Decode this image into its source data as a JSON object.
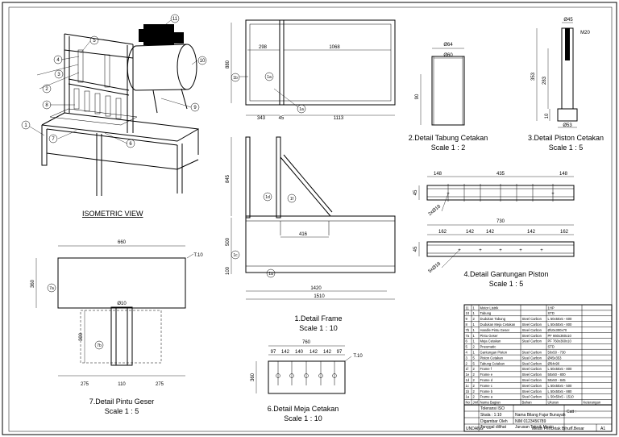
{
  "views": {
    "isometric": {
      "label": "ISOMETRIC VIEW",
      "balloons": [
        "1",
        "2",
        "3",
        "4",
        "5",
        "6",
        "7",
        "8",
        "9",
        "10",
        "11"
      ]
    },
    "frame": {
      "title": "1.Detail Frame",
      "scale": "Scale 1 : 10",
      "top_dims": [
        "298",
        "1068",
        "343",
        "45",
        "1113",
        "880"
      ],
      "side_dims": [
        "845",
        "500",
        "100",
        "416",
        "1420",
        "1510"
      ],
      "balloons": [
        "1a",
        "1b",
        "1c",
        "1d",
        "1e",
        "1f"
      ]
    },
    "tabung": {
      "title": "2.Detail Tabung Cetakan",
      "scale": "Scale 1 : 2",
      "dims": [
        "Ø64",
        "Ø60",
        "90"
      ]
    },
    "piston": {
      "title": "3.Detail Piston Cetakan",
      "scale": "Scale 1 : 5",
      "dims": [
        "Ø45",
        "M20",
        "353",
        "283",
        "10",
        "Ø53"
      ]
    },
    "gantungan": {
      "title": "4.Detail Gantungan Piston",
      "scale": "Scale 1 : 5",
      "top_dims": [
        "148",
        "435",
        "148",
        "45",
        "2xØ18"
      ],
      "bottom_dims": [
        "730",
        "162",
        "142",
        "142",
        "142",
        "162",
        "45",
        "5xØ18"
      ]
    },
    "pintu": {
      "title": "7.Detail Pintu Geser",
      "scale": "Scale 1 : 5",
      "dims": [
        "660",
        "360",
        "Ø10",
        "300",
        "275",
        "110",
        "275",
        "T.10"
      ],
      "balloons": [
        "7a",
        "7b"
      ]
    },
    "meja": {
      "title": "6.Detail Meja Cetakan",
      "scale": "Scale 1 : 10",
      "dims": [
        "760",
        "97",
        "142",
        "140",
        "142",
        "142",
        "97",
        "360",
        "T.10"
      ]
    }
  },
  "parts_list": [
    [
      "11",
      "1",
      "Motor Listrik",
      "",
      "1HP",
      ""
    ],
    [
      "10",
      "1",
      "Tabung",
      "",
      "STD",
      ""
    ],
    [
      "9",
      "2",
      "Dudukan Tabung",
      "Steel Carbon",
      "L 50x50x5 - 600",
      ""
    ],
    [
      "8",
      "1",
      "Dudukan Meja Cetakan",
      "Steel Carbon",
      "L 50x50x5 - 800",
      ""
    ],
    [
      "7b",
      "1",
      "Handle Pintu Geser",
      "Steel Carbon",
      "Ø10x300x70",
      ""
    ],
    [
      "7a",
      "1",
      "Pintu Geser",
      "Steel Carbon",
      "PF 660x360x10",
      ""
    ],
    [
      "6",
      "1",
      "Meja Cetakan",
      "Steel Carbon",
      "PF 760x360x10",
      ""
    ],
    [
      "5",
      "2",
      "Pneumatic",
      "",
      "STD",
      ""
    ],
    [
      "4",
      "1",
      "Gantungan Piston",
      "Steel Carbon",
      "50x50 - 730",
      ""
    ],
    [
      "3",
      "5",
      "Piston Cetakan",
      "Steel Carbon",
      "Ø45x353",
      ""
    ],
    [
      "2",
      "5",
      "Tabung Cetakan",
      "Steel Carbon",
      "Ø64x90",
      ""
    ],
    [
      "1f",
      "2",
      "Frame f",
      "Steel Carbon",
      "L 50x50x5 - 800",
      ""
    ],
    [
      "1e",
      "2",
      "Frame e",
      "Steel Carbon",
      "50x50 - 800",
      ""
    ],
    [
      "1d",
      "2",
      "Frame d",
      "Steel Carbon",
      "50x50 - 845",
      ""
    ],
    [
      "1c",
      "2",
      "Frame c",
      "Steel Carbon",
      "L 50x50x5 - 500",
      ""
    ],
    [
      "1b",
      "2",
      "Frame b",
      "Steel Carbon",
      "L 50x50x5 - 880",
      ""
    ],
    [
      "1a",
      "2",
      "Frame a",
      "Steel Carbon",
      "L 50x50x5 - 1510",
      ""
    ]
  ],
  "parts_header": [
    "No",
    "Jml",
    "Nama Bagian",
    "Bahan",
    "Ukuran",
    "Keterangan"
  ],
  "title_block": {
    "tolerance_label": "Toleransi ISO",
    "scale_label": "Skala : 1:10",
    "drawn_by_label": "Digambar Oleh",
    "drawn_by": "Nama Bilang Fajar Bunayah",
    "nim": "NIM 0123456789",
    "date_label": "Tanggal dilihat",
    "dept": "Jurusan Teknik Mesin",
    "institution": "UNDANG",
    "machine": "Mesin Pencetak Bihun",
    "sheet_label": "T.Besar",
    "sheet_size": "A1",
    "notes_label": "Catt :"
  }
}
